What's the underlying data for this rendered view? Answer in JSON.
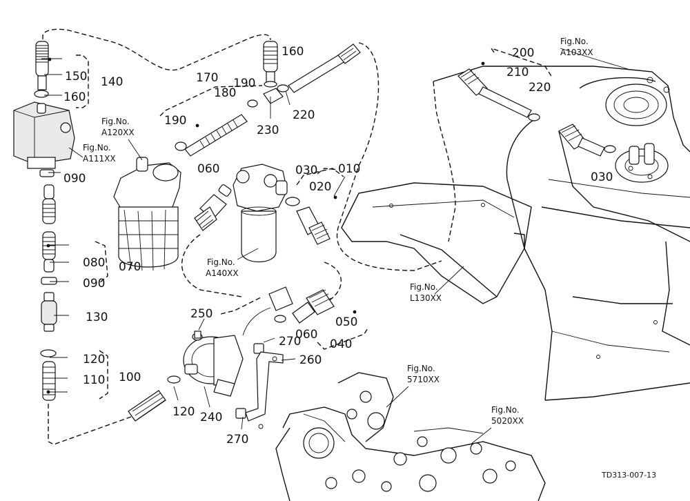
{
  "fig_refs": {
    "a103": {
      "line1": "Fig.No.",
      "line2": "A103XX"
    },
    "a120": {
      "line1": "Fig.No.",
      "line2": "A120XX"
    },
    "a111": {
      "line1": "Fig.No.",
      "line2": "A111XX"
    },
    "a140": {
      "line1": "Fig.No.",
      "line2": "A140XX"
    },
    "l130": {
      "line1": "Fig.No.",
      "line2": "L130XX"
    },
    "f5710": {
      "line1": "Fig.No.",
      "line2": "5710XX"
    },
    "f5020": {
      "line1": "Fig.No.",
      "line2": "5020XX"
    }
  },
  "parts": {
    "p150": "150",
    "p140": "140",
    "p160a": "160",
    "p090a": "090",
    "p080": "080",
    "p070": "070",
    "p090b": "090",
    "p130": "130",
    "p120a": "120",
    "p110": "110",
    "p100": "100",
    "p120b": "120",
    "p240": "240",
    "p250": "250",
    "p270a": "270",
    "p270b": "270",
    "p260": "260",
    "p170": "170",
    "p180": "180",
    "p190a": "190",
    "p190b": "190",
    "p160b": "160",
    "p220a": "220",
    "p230": "230",
    "p060a": "060",
    "p030a": "030",
    "p010": "010",
    "p020": "020",
    "p050": "050",
    "p060b": "060",
    "p040": "040",
    "p200": "200",
    "p210": "210",
    "p220b": "220",
    "p030b": "030"
  },
  "drawing_code": "TD313-007-13"
}
